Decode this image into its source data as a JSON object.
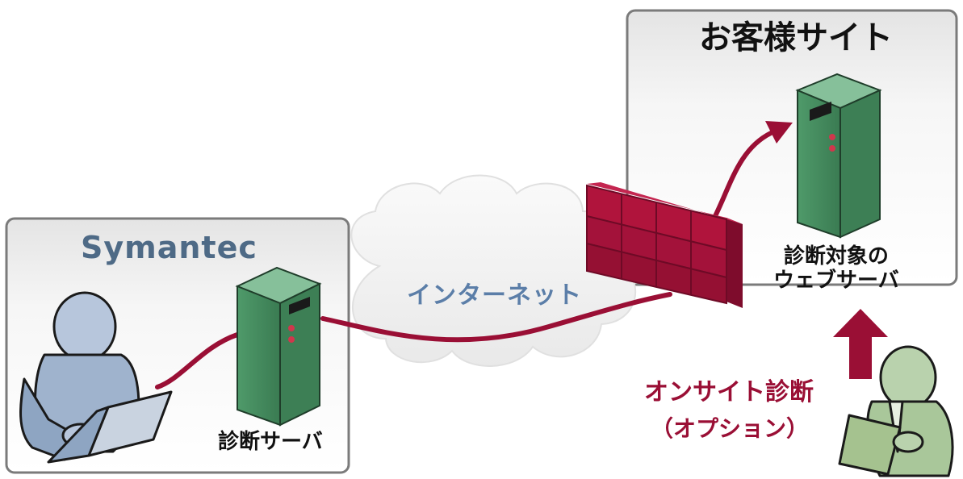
{
  "symantec": {
    "title": "Symantec",
    "server_label": "診断サーバ"
  },
  "customer_site": {
    "title": "お客様サイト",
    "target_label_line1": "診断対象の",
    "target_label_line2": "ウェブサーバ"
  },
  "internet": {
    "label": "インターネット"
  },
  "onsite": {
    "label": "オンサイト診断",
    "option": "（オプション）"
  },
  "colors": {
    "connection": "#9a0f35",
    "server": "#3f8a5b",
    "firewall": "#b0143c",
    "person": "#9fb3cd",
    "onsite_person": "#a9c79a",
    "cloud": "#f1f1f1",
    "box_border": "#7b7b7b"
  },
  "icons": [
    "laptop-user-icon",
    "server-icon",
    "cloud-icon",
    "firewall-icon",
    "onsite-user-icon",
    "up-arrow-icon"
  ]
}
